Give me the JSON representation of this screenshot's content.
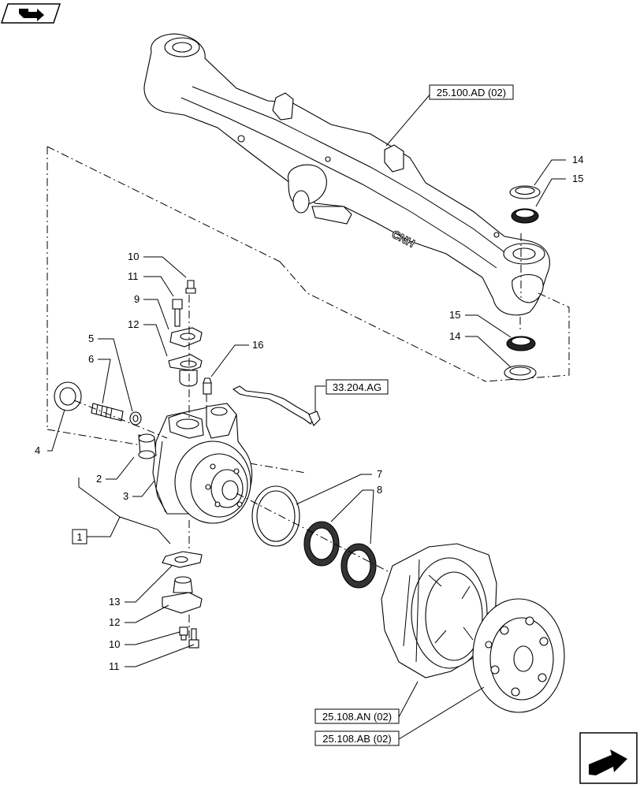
{
  "nav": {
    "top_icon": "go-to-index-arrow-icon",
    "bottom_icon": "next-page-arrow-icon"
  },
  "references": {
    "axle_housing": "25.100.AD (02)",
    "hose": "33.204.AG",
    "hub": "25.108.AN (02)",
    "disc": "25.108.AB (02)",
    "assembly": "1"
  },
  "callouts": {
    "c14_top": "14",
    "c15_top": "15",
    "c15_bot": "15",
    "c14_bot": "14",
    "c10_top": "10",
    "c11_top": "11",
    "c9": "9",
    "c12_top": "12",
    "c16": "16",
    "c5": "5",
    "c6": "6",
    "c4": "4",
    "c2": "2",
    "c3": "3",
    "c7": "7",
    "c8": "8",
    "c13": "13",
    "c12_bot": "12",
    "c10_bot": "10",
    "c11_bot": "11"
  }
}
